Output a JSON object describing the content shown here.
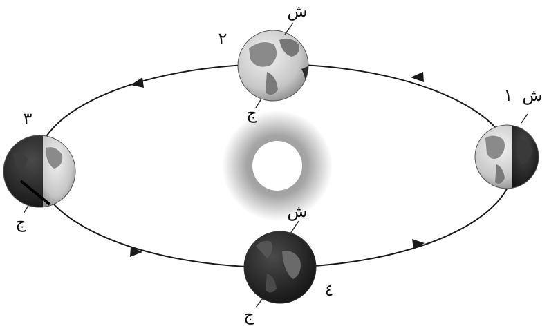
{
  "colors": {
    "orbit": "#1a1a1a",
    "sun_core": "#ffffff",
    "sun_glow": "#9a9a9a",
    "earth_day": "#cfcfcf",
    "earth_night": "#1e1e1e",
    "land": "#6e6e6e"
  },
  "positions": [
    {
      "number": "١",
      "north": "ش",
      "south": ""
    },
    {
      "number": "٢",
      "north": "ش",
      "south": "ج"
    },
    {
      "number": "٣",
      "north": "",
      "south": "ج"
    },
    {
      "number": "٤",
      "north": "ش",
      "south": "ج"
    }
  ]
}
